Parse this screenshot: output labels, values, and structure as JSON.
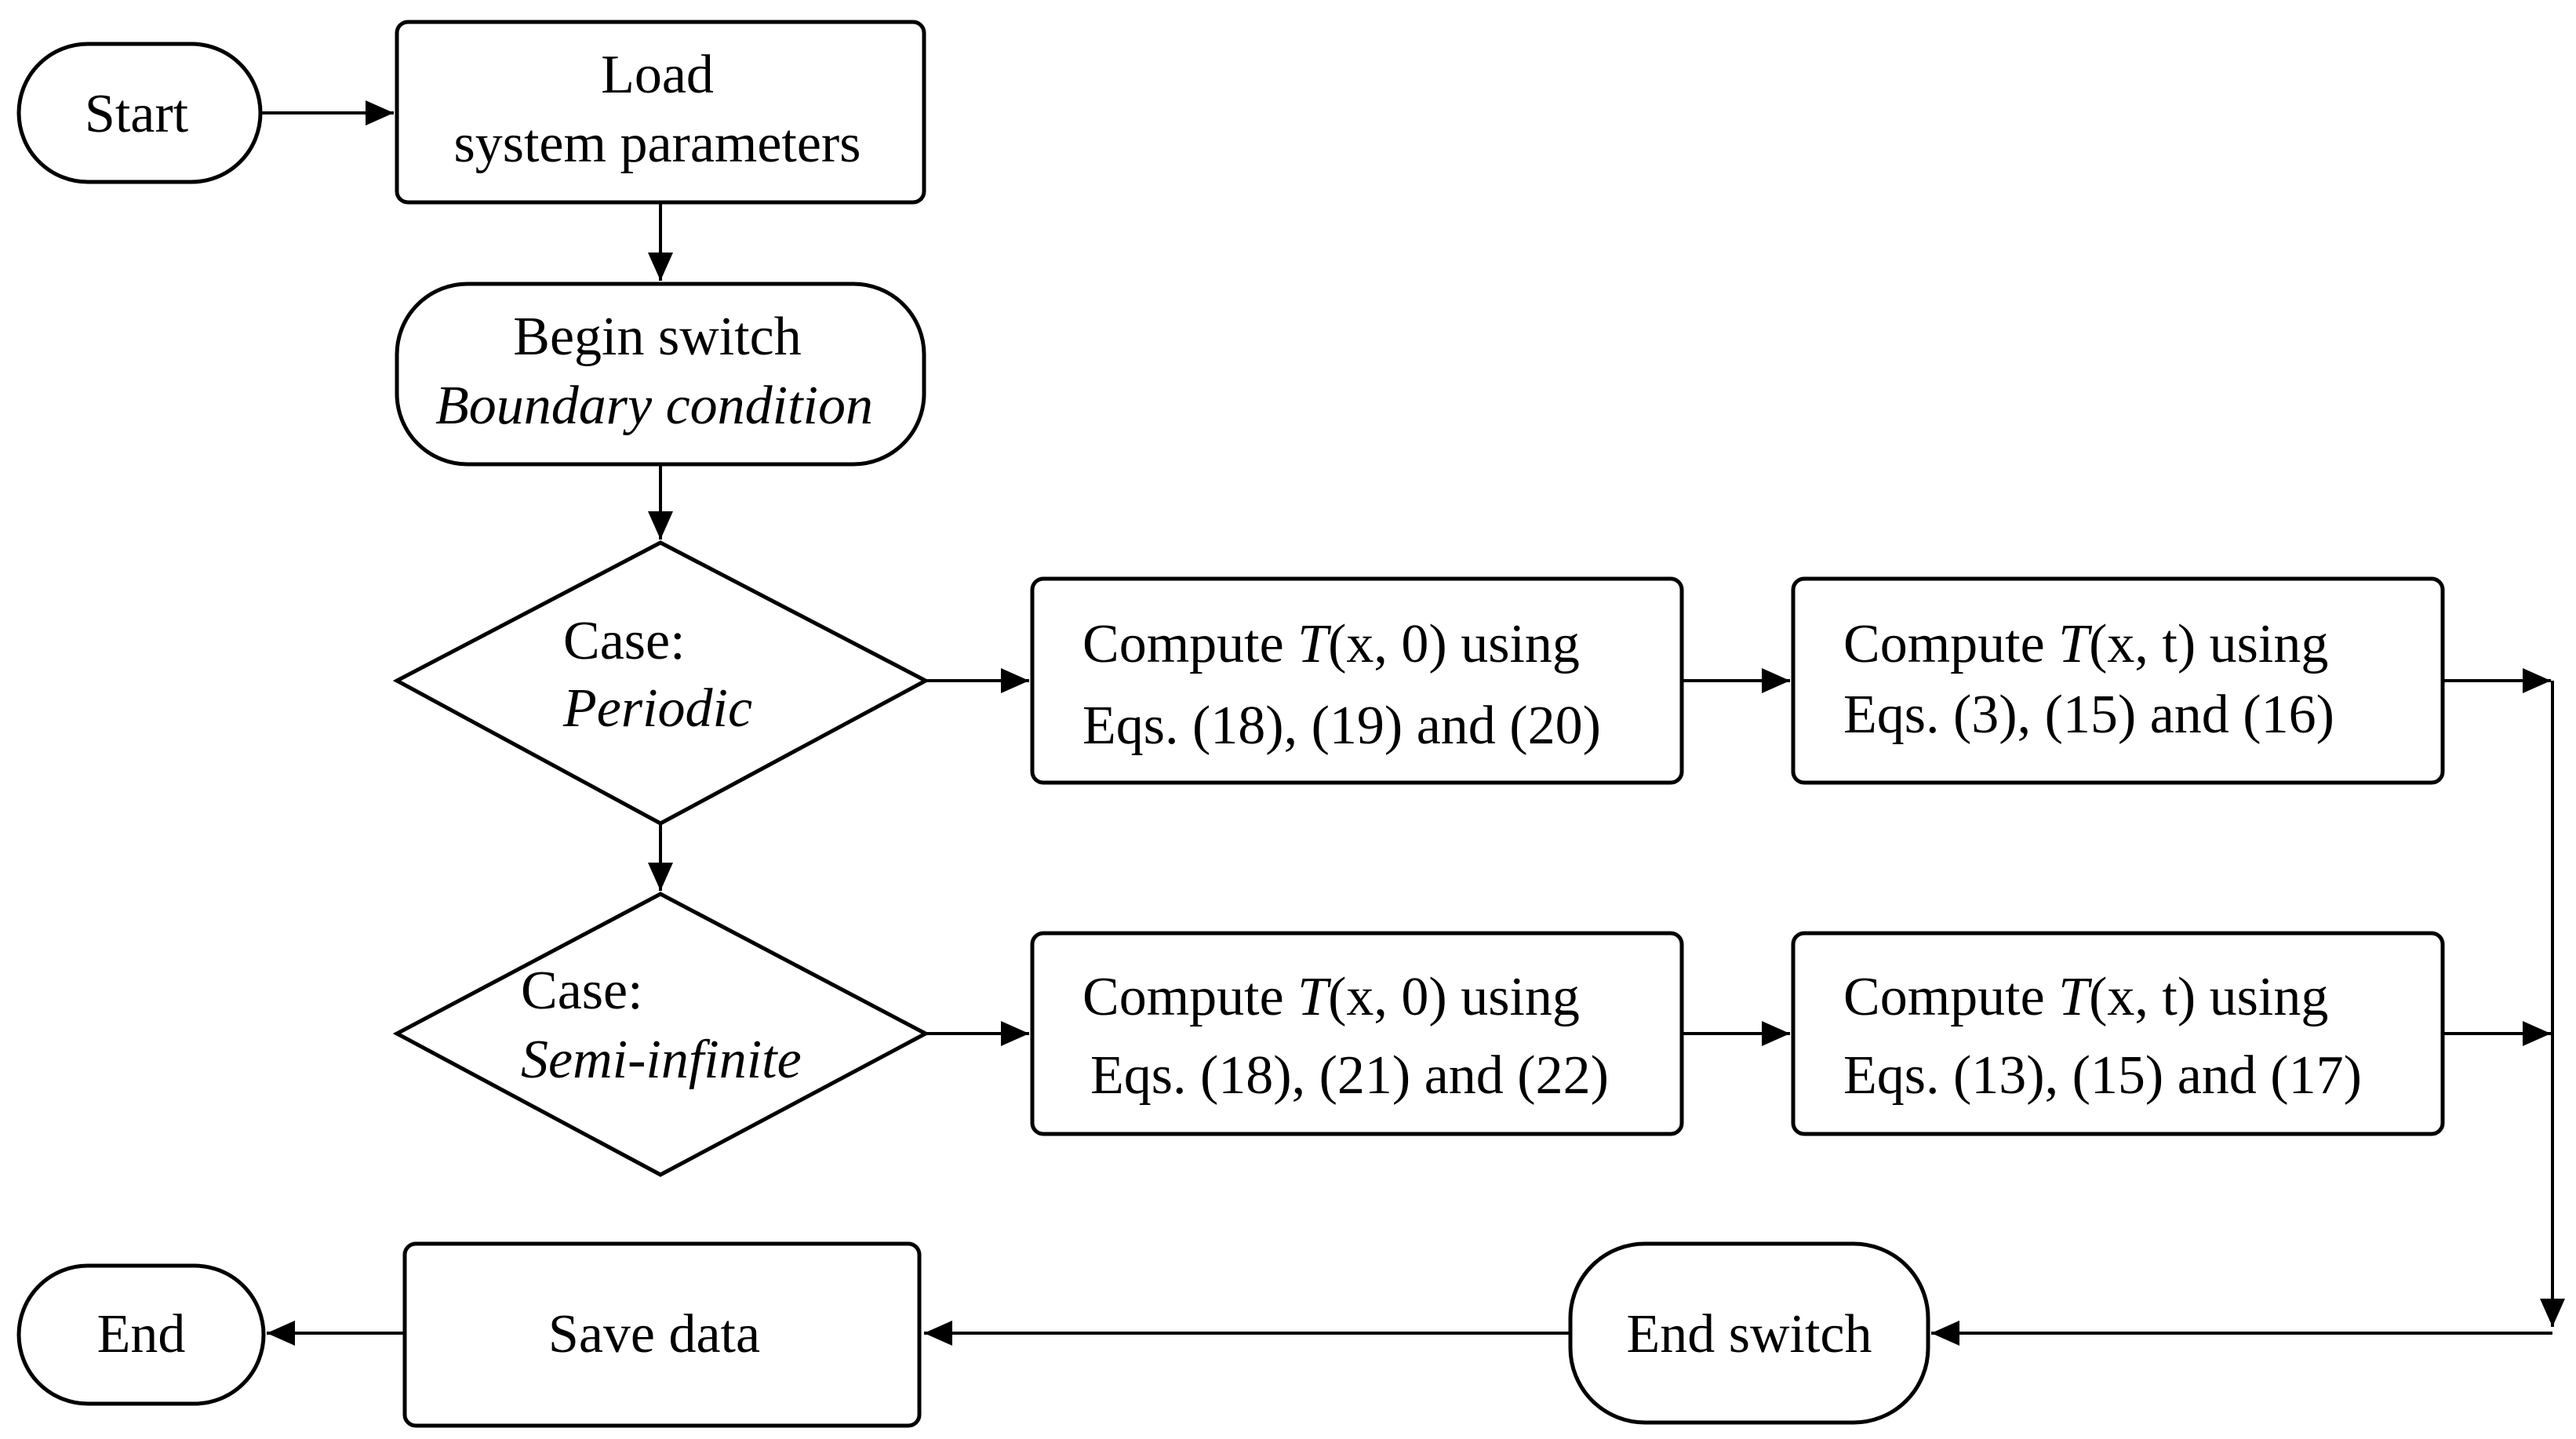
{
  "nodes": {
    "start": {
      "label": "Start"
    },
    "load": {
      "line1": "Load",
      "line2": "system parameters"
    },
    "begin_switch": {
      "line1": "Begin switch",
      "line2": "Boundary condition"
    },
    "case_periodic": {
      "line1": "Case:",
      "line2": "Periodic"
    },
    "case_semi": {
      "line1": "Case:",
      "line2": "Semi-infinite"
    },
    "periodic_t0": {
      "prefix": "Compute ",
      "var": "T",
      "args": "(x, 0)",
      "suffix": " using",
      "line2": "Eqs. (18), (19) and (20)"
    },
    "periodic_tt": {
      "prefix": "Compute ",
      "var": "T",
      "args": "(x, t)",
      "suffix": " using",
      "line2": "Eqs. (3), (15) and (16)"
    },
    "semi_t0": {
      "prefix": "Compute ",
      "var": "T",
      "args": "(x, 0)",
      "suffix": " using",
      "line2": "Eqs. (18), (21) and (22)"
    },
    "semi_tt": {
      "prefix": "Compute ",
      "var": "T",
      "args": "(x, t)",
      "suffix": " using",
      "line2": "Eqs. (13), (15) and (17)"
    },
    "end_switch": {
      "label": "End switch"
    },
    "save": {
      "label": "Save data"
    },
    "end": {
      "label": "End"
    }
  },
  "edges": [
    {
      "from": "start",
      "to": "load"
    },
    {
      "from": "load",
      "to": "begin_switch"
    },
    {
      "from": "begin_switch",
      "to": "case_periodic"
    },
    {
      "from": "case_periodic",
      "to": "case_semi"
    },
    {
      "from": "case_periodic",
      "to": "periodic_t0"
    },
    {
      "from": "periodic_t0",
      "to": "periodic_tt"
    },
    {
      "from": "case_semi",
      "to": "semi_t0"
    },
    {
      "from": "semi_t0",
      "to": "semi_tt"
    },
    {
      "from": "periodic_tt",
      "to": "end_switch"
    },
    {
      "from": "semi_tt",
      "to": "end_switch"
    },
    {
      "from": "end_switch",
      "to": "save"
    },
    {
      "from": "save",
      "to": "end"
    }
  ]
}
